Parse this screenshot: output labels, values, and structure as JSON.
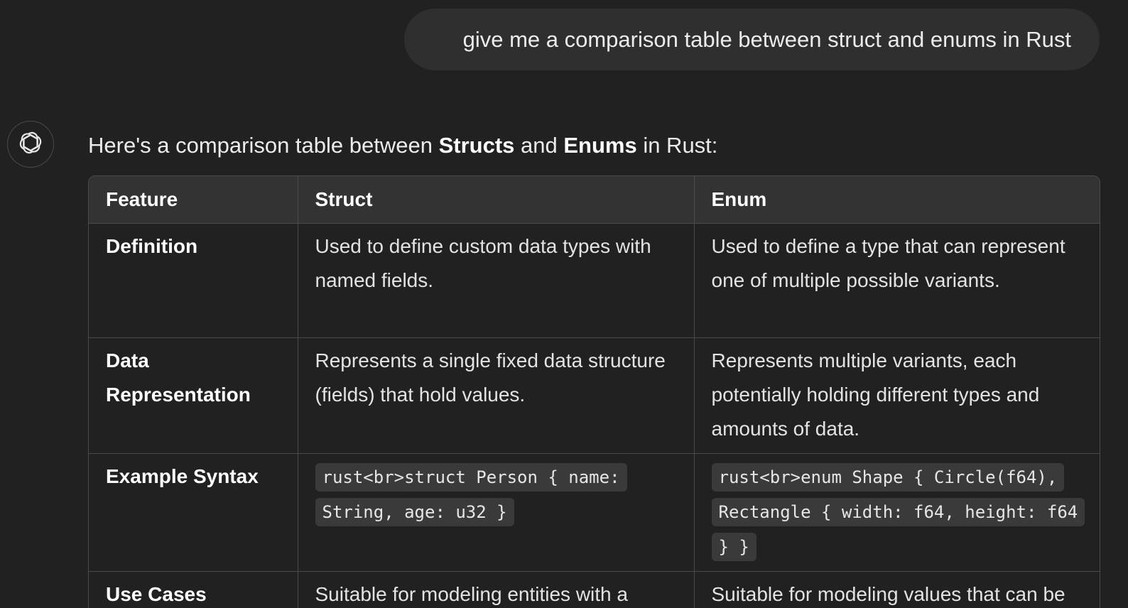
{
  "user_message": "give me a comparison table between struct and enums in Rust",
  "assistant": {
    "avatar_icon": "openai-logo-icon",
    "intro": {
      "before": "Here's a comparison table between ",
      "bold1": "Structs",
      "middle": " and ",
      "bold2": "Enums",
      "after": " in Rust:"
    },
    "table": {
      "headers": [
        "Feature",
        "Struct",
        "Enum"
      ],
      "rows": [
        {
          "feature": "Definition",
          "struct": "Used to define custom data types with named fields.",
          "enum": "Used to define a type that can represent one of multiple possible variants."
        },
        {
          "feature": "Data Representation",
          "struct": "Represents a single fixed data structure (fields) that hold values.",
          "enum": "Represents multiple variants, each potentially holding different types and amounts of data."
        },
        {
          "feature": "Example Syntax",
          "struct": "rust<br>struct Person { name: String, age: u32 }",
          "enum": "rust<br>enum Shape { Circle(f64), Rectangle { width: f64, height: f64 } }"
        },
        {
          "feature": "Use Cases",
          "struct": "Suitable for modeling entities with a",
          "enum": "Suitable for modeling values that can be"
        }
      ]
    }
  },
  "colors": {
    "background": "#212121",
    "bubble": "#2f2f2f",
    "header_row": "#333333",
    "border": "#4a4a4a",
    "code_bg": "#3a3a3a"
  }
}
